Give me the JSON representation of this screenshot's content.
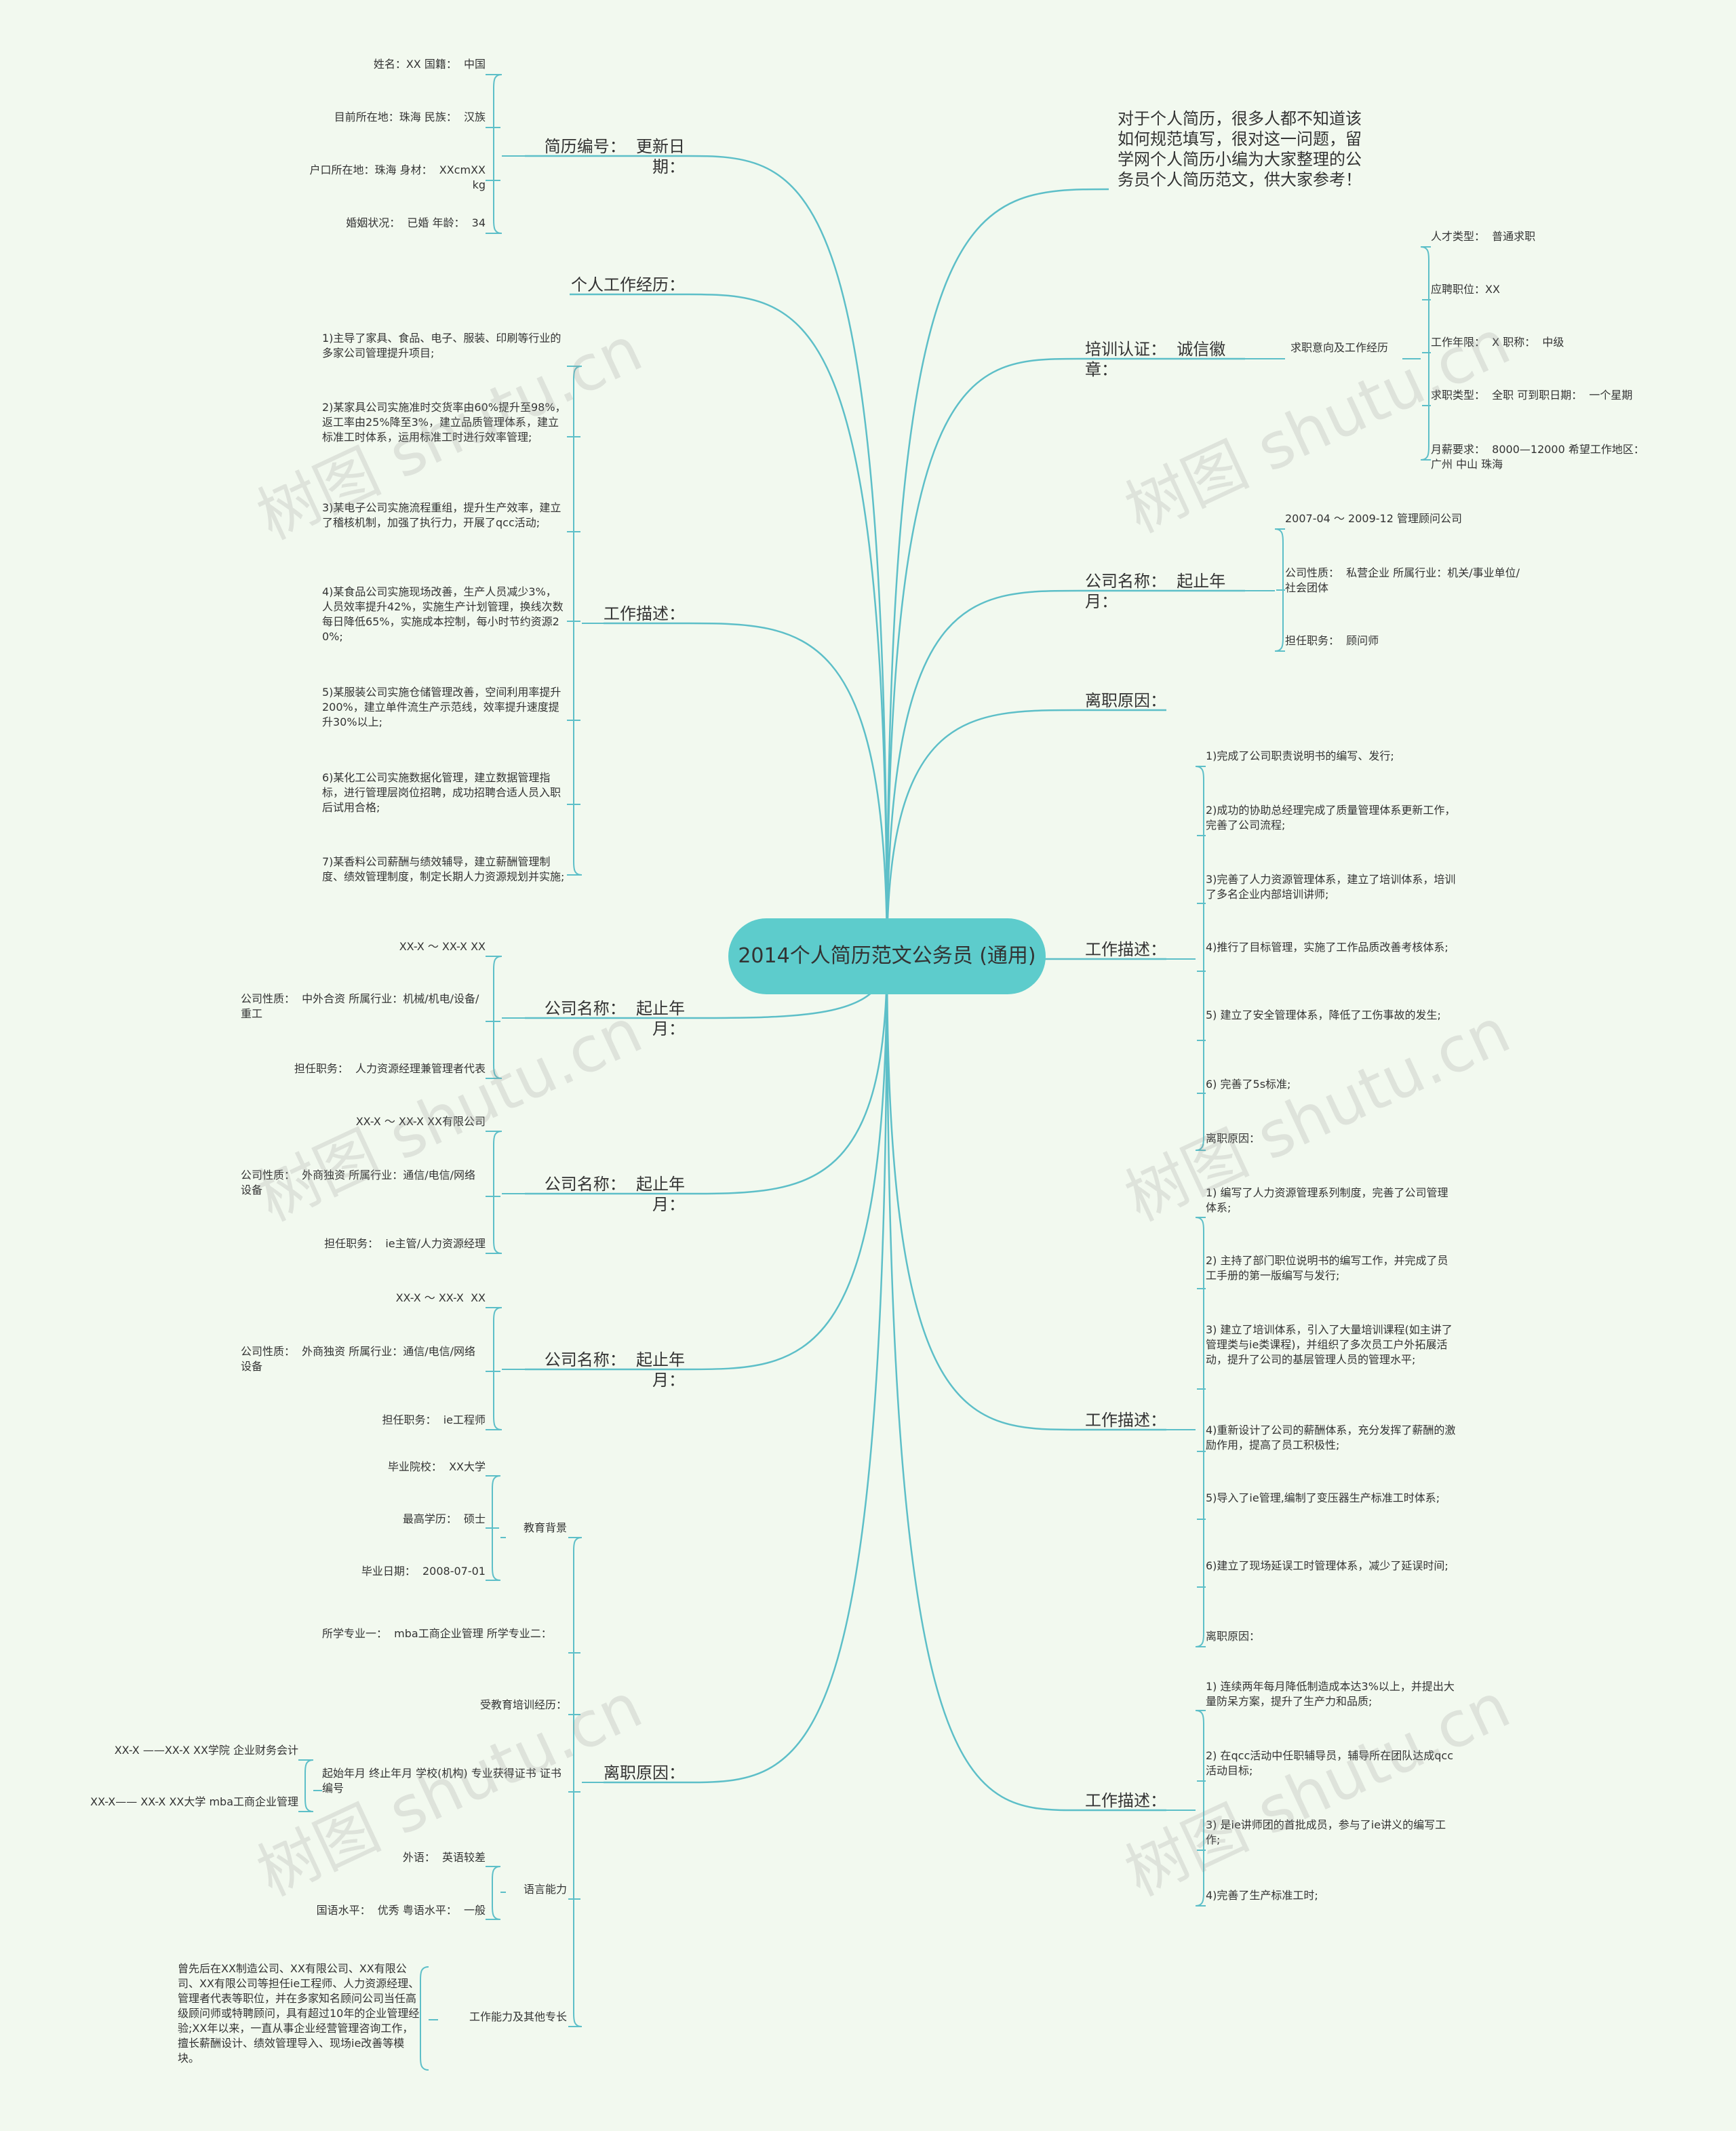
{
  "root": "2014个人简历范文公务员\n(通用)",
  "watermark": "树图 shutu.cn",
  "colors": {
    "branch": "#5dbfc8",
    "center": "#5dcccc",
    "background": "#f2f9ef",
    "text": "#333333"
  },
  "left": [
    {
      "label": "简历编号：  更新日期：",
      "children": [
        "姓名：XX 国籍：  中国",
        "目前所在地：珠海 民族：  汉族",
        "户口所在地：珠海 身材：  XXcmXXkg",
        "婚姻状况：  已婚 年龄：  34"
      ]
    },
    {
      "label": "个人工作经历：",
      "children": []
    },
    {
      "label": "工作描述：",
      "children": [
        "1)主导了家具、食品、电子、服装、印刷等行业的多家公司管理提升项目;",
        "2)某家具公司实施准时交货率由60%提升至98%，返工率由25%降至3%，建立品质管理体系，建立标准工时体系，运用标准工时进行效率管理;",
        "3)某电子公司实施流程重组，提升生产效率，建立了稽核机制，加强了执行力，开展了qcc活动;",
        "4)某食品公司实施现场改善，生产人员减少3%，人员效率提升42%，实施生产计划管理，换线次数每日降低65%，实施成本控制，每小时节约资源20%;",
        "5)某服装公司实施仓储管理改善，空间利用率提升200%，建立单件流生产示范线，效率提升速度提升30%以上;",
        "6)某化工公司实施数据化管理，建立数据管理指标，进行管理层岗位招聘，成功招聘合适人员入职后试用合格;",
        "7)某香料公司薪酬与绩效辅导，建立薪酬管理制度、绩效管理制度，制定长期人力资源规划并实施;"
      ]
    },
    {
      "label": "公司名称：  起止年月：",
      "children": [
        "XX-X ～ XX-X XX",
        "公司性质：  中外合资 所属行业：机械/机电/设备/重工",
        "担任职务：  人力资源经理兼管理者代表"
      ]
    },
    {
      "label": "公司名称：  起止年月：",
      "children": [
        "XX-X ～ XX-X XX有限公司",
        "公司性质：  外商独资 所属行业：通信/电信/网络设备",
        "担任职务：  ie主管/人力资源经理"
      ]
    },
    {
      "label": "公司名称：  起止年月：",
      "children": [
        "XX-X ～ XX-X  XX",
        "公司性质：  外商独资 所属行业：通信/电信/网络设备",
        "担任职务：  ie工程师"
      ]
    },
    {
      "label": "离职原因：",
      "children": [
        {
          "label": "教育背景",
          "children": [
            "毕业院校：  XX大学",
            "最高学历：  硕士",
            "毕业日期：  2008-07-01"
          ]
        },
        {
          "label": "所学专业一：  mba工商企业管理 所学专业二：",
          "children": []
        },
        {
          "label": "受教育培训经历：",
          "children": []
        },
        {
          "label": "起始年月 终止年月 学校(机构) 专业获得证书 证书编号",
          "children": [
            "XX-X ——XX-X XX学院 企业财务会计",
            "XX-X—— XX-X XX大学 mba工商企业管理"
          ]
        },
        {
          "label": "语言能力",
          "children": [
            "外语：  英语较差",
            "国语水平：  优秀 粤语水平：  一般"
          ]
        },
        {
          "label": "工作能力及其他专长",
          "children": [
            "曾先后在XX制造公司、XX有限公司、XX有限公司、XX有限公司等担任ie工程师、人力资源经理、管理者代表等职位，并在多家知名顾问公司当任高级顾问师或特聘顾问，具有超过10年的企业管理经验;XX年以来，一直从事企业经营管理咨询工作，擅长薪酬设计、绩效管理导入、现场ie改善等模块。"
          ]
        }
      ]
    }
  ],
  "right": [
    {
      "label": "对于个人简历，很多人都不知道该如何规范填写，很对这一问题，留学网个人简历小编为大家整理的公务员个人简历范文，供大家参考！",
      "children": []
    },
    {
      "label": "培训认证：  诚信徽章：",
      "children": [
        {
          "label": "求职意向及工作经历",
          "children": [
            "人才类型：  普通求职",
            "应聘职位：XX",
            "工作年限：  X 职称：  中级",
            "求职类型：  全职 可到职日期：  一个星期",
            "月薪要求：  8000—12000 希望工作地区：  广州 中山 珠海"
          ]
        }
      ]
    },
    {
      "label": "公司名称：  起止年月：",
      "children": [
        "2007-04 ～ 2009-12 管理顾问公司",
        "公司性质：  私营企业 所属行业：机关/事业单位/社会团体",
        "担任职务：  顾问师"
      ]
    },
    {
      "label": "离职原因：",
      "children": []
    },
    {
      "label": "工作描述：",
      "children": [
        "1)完成了公司职责说明书的编写、发行;",
        "2)成功的协助总经理完成了质量管理体系更新工作，完善了公司流程;",
        "3)完善了人力资源管理体系，建立了培训体系，培训了多名企业内部培训讲师;",
        "4)推行了目标管理，实施了工作品质改善考核体系;",
        "5) 建立了安全管理体系，降低了工伤事故的发生;",
        "6) 完善了5s标准;",
        "离职原因："
      ]
    },
    {
      "label": "工作描述：",
      "children": [
        "1) 编写了人力资源管理系列制度，完善了公司管理体系;",
        "2) 主持了部门职位说明书的编写工作，并完成了员工手册的第一版编写与发行;",
        "3) 建立了培训体系，引入了大量培训课程(如主讲了管理类与ie类课程)，并组织了多次员工户外拓展活动，提升了公司的基层管理人员的管理水平;",
        "4)重新设计了公司的薪酬体系，充分发挥了薪酬的激励作用，提高了员工积极性;",
        "5)导入了ie管理,编制了变压器生产标准工时体系;",
        "6)建立了现场延误工时管理体系，减少了延误时间;",
        "离职原因："
      ]
    },
    {
      "label": "工作描述：",
      "children": [
        "1) 连续两年每月降低制造成本达3%以上，并提出大量防呆方案，提升了生产力和品质;",
        "2) 在qcc活动中任职辅导员，辅导所在团队达成qcc活动目标;",
        "3) 是ie讲师团的首批成员，参与了ie讲义的编写工作;",
        "4)完善了生产标准工时;"
      ]
    }
  ]
}
